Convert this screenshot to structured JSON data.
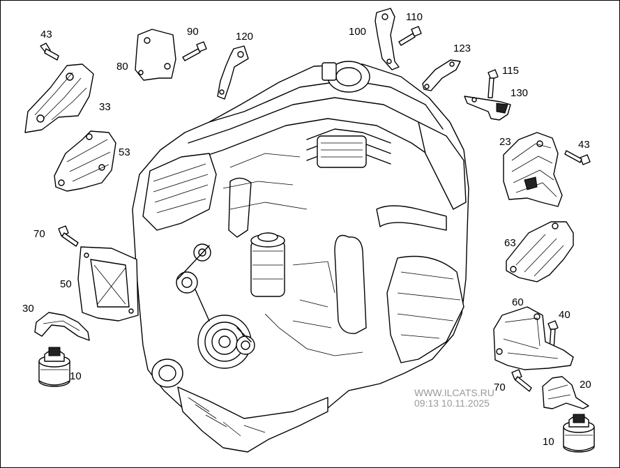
{
  "diagram": {
    "callouts": [
      {
        "id": "c43a",
        "label": "43"
      },
      {
        "id": "c90",
        "label": "90"
      },
      {
        "id": "c120",
        "label": "120"
      },
      {
        "id": "c100",
        "label": "100"
      },
      {
        "id": "c110",
        "label": "110"
      },
      {
        "id": "c80",
        "label": "80"
      },
      {
        "id": "c123",
        "label": "123"
      },
      {
        "id": "c115",
        "label": "115"
      },
      {
        "id": "c130",
        "label": "130"
      },
      {
        "id": "c33",
        "label": "33"
      },
      {
        "id": "c53",
        "label": "53"
      },
      {
        "id": "c23",
        "label": "23"
      },
      {
        "id": "c43b",
        "label": "43"
      },
      {
        "id": "c70a",
        "label": "70"
      },
      {
        "id": "c63",
        "label": "63"
      },
      {
        "id": "c50",
        "label": "50"
      },
      {
        "id": "c30",
        "label": "30"
      },
      {
        "id": "c10a",
        "label": "10"
      },
      {
        "id": "c60",
        "label": "60"
      },
      {
        "id": "c40",
        "label": "40"
      },
      {
        "id": "c70b",
        "label": "70"
      },
      {
        "id": "c20",
        "label": "20"
      },
      {
        "id": "c10b",
        "label": "10"
      }
    ]
  },
  "watermark": {
    "site": "WWW.ILCATS.RU",
    "timestamp": "09:13 10.11.2025"
  }
}
